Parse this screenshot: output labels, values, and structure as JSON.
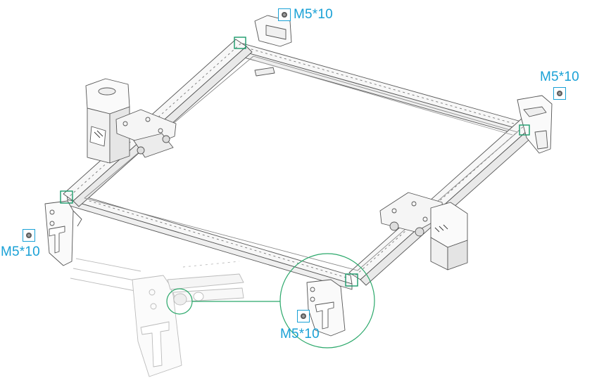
{
  "callouts": [
    {
      "id": "top",
      "text": "M5*10"
    },
    {
      "id": "right",
      "text": "M5*10"
    },
    {
      "id": "left",
      "text": "M5*10"
    },
    {
      "id": "bottom",
      "text": "M5*10"
    }
  ],
  "colors": {
    "callout": "#1aa1d6",
    "marker": "#1a9a6a",
    "zoom_circle": "#2aa86a",
    "line_art": "#555555"
  },
  "icons": [
    "screw-icon",
    "frame-line-art",
    "zoom-circle"
  ]
}
